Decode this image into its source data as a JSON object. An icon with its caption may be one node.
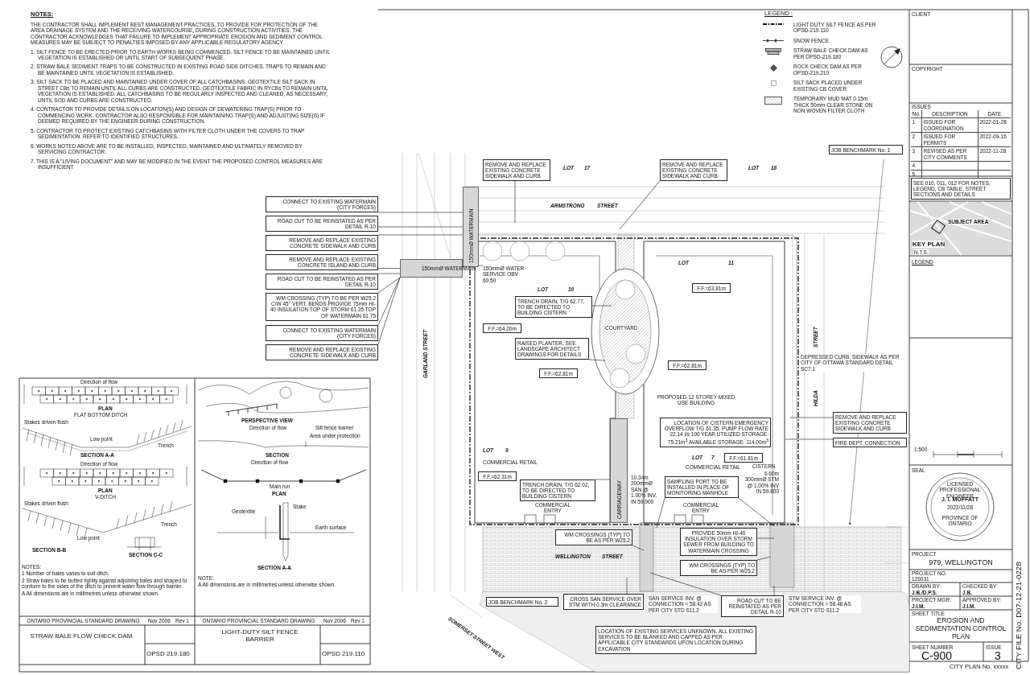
{
  "diagram": {
    "title": "EROSION AND SEDIMENTATION CONTROL PLAN",
    "nodes": [
      {
        "text": [
          "CONNECT TO EXISTING WATERMAIN (CITY FORCES)"
        ]
      },
      {
        "text": [
          "ROAD CUT TO BE REINSTATED AS PER DETAIL R-10"
        ]
      },
      {
        "text": [
          "REMOVE AND REPLACE EXISTING CONCRETE SIDEWALK AND CURB"
        ]
      },
      {
        "text": [
          "JOB BENCHMARK No. 1"
        ]
      },
      {
        "text": [
          "REMOVE AND REPLACE EXISTING CONCRETE SIDEWALK AND CURB"
        ]
      },
      {
        "text": [
          "REMOVE AND REPLACE EXISTING CONCRETE SIDEWALK AND CURB"
        ]
      },
      {
        "text": [
          "REMOVE AND REPLACE EXISTING CONCRETE ISLAND AND CURB"
        ]
      },
      {
        "text": [
          "ROAD CUT TO BE REINSTATED AS PER DETAIL R-10"
        ]
      },
      {
        "text": [
          "WM CROSSING (TYP) TO BE PER W25.2 C/W 45° VERT. BENDS PROVIDE 75mm HI-40 INSULATION TOP OF STORM 61.35 TOP OF WATERMAIN 61.75"
        ]
      },
      {
        "text": [
          "150mmØ WATER SERVICE OBV 60.50"
        ]
      },
      {
        "text": [
          "CONNECT TO EXISTING WATERMAIN (CITY FORCES)"
        ]
      },
      {
        "text": [
          "TRENCH DRAIN, T/G 62.77, TO BE DIRECTED TO BUILDING CISTERN"
        ]
      },
      {
        "text": [
          "REMOVE AND REPLACE EXISTING CONCRETE SIDEWALK AND CURB"
        ]
      },
      {
        "text": [
          "F.F.=64.20m"
        ]
      },
      {
        "text": [
          "RAISED PLANTER, SEE LANDSCAPE ARCHITECT DRAWINGS FOR DETAILS"
        ]
      },
      {
        "text": [
          "F.F.=62.81m"
        ]
      },
      {
        "text": [
          "F.F.=63.81m"
        ]
      },
      {
        "text": [
          "F.F.=62.81m"
        ]
      },
      {
        "text": [
          "DEPRESSED CURB, SIDEWALK AS PER CITY OF OTTAWA STANDARD DETAIL SC7.1"
        ]
      },
      {
        "text": [
          "REMOVE AND REPLACE EXISTING CONCRETE SIDEWALK AND CURB"
        ]
      },
      {
        "text": [
          "LOCATION OF CISTERN EMERGENCY OVERFLOW T/G 61.35, PUMP FLOW RATE 22.14 l/s 100 YEAR UTILIZED STORAGE: 75.21m$^{3}$ AVAILABLE STORAGE: 114.00m$^{3}$"
        ]
      },
      {
        "text": [
          "FIRE DEPT. CONNECTION"
        ]
      },
      {
        "text": [
          "F.F.=61.81m"
        ]
      },
      {
        "text": [
          "F.F.=62.31m"
        ]
      },
      {
        "text": [
          "SAMPLING PORT TO BE INSTALLED IN PLACE OF MONITORING MANHOLE"
        ]
      },
      {
        "text": [
          "TRENCH DRAIN, T/G 62.02, TO BE DIRECTED TO BUILDING CISTERN"
        ]
      },
      {
        "text": [
          "WM CROSSINGS (TYP) TO BE AS PER W25.2"
        ]
      },
      {
        "text": [
          "PROVIDE 50mm HI-40 INSULATION OVER STORM SEWER FROM BUILDING TO WATERMAIN CROSSING"
        ]
      },
      {
        "text": [
          "WM CROSSINGS (TYP) TO BE AS PER W25.2"
        ]
      },
      {
        "text": [
          "CROSS SAN SERVICE OVER STM WITH 0.3m CLEARANCE"
        ]
      },
      {
        "text": [
          "JOB BENCHMARK No. 2"
        ]
      },
      {
        "text": [
          "SAN SERVICE INV. @ CONNECTION = 58.42 AS PER CITY STD S11.2"
        ]
      },
      {
        "text": [
          "ROAD CUT TO BE REINSTATED AS PER DETAIL R-10"
        ]
      },
      {
        "text": [
          "STM SERVICE INV. @ CONNECTION = 58.48 AS PER CITY STD S11.2"
        ]
      },
      {
        "text": [
          "LOCATION OF EXISTING SERVICES UNKNOWN. ALL EXISTING SERVICES TO BE BLANKED AND CAPPED AS PER APPLICABLE CITY STANDARDS UPON LOCATION DURING EXCAVATION"
        ]
      },
      {
        "text": [
          "SEE 010, 011, 012 FOR NOTES, LEGEND, CB TABLE, STREET SECTIONS AND DETAILS"
        ]
      },
      {
        "text": [
          "150mmØ WATERMAIN"
        ]
      },
      {
        "text": [
          "150mmØ WATERMAIN"
        ]
      },
      {
        "text": [
          "CARRIAGEWAY"
        ]
      }
    ],
    "edges": [
      {
        "from": 0,
        "to": 36,
        "arrow": "none"
      },
      {
        "from": 1,
        "to": 36,
        "arrow": "none"
      },
      {
        "from": 2,
        "to": 36,
        "arrow": "none"
      },
      {
        "from": 4,
        "to": null,
        "arrow": "none"
      },
      {
        "from": 5,
        "to": null,
        "arrow": "none"
      },
      {
        "from": 6,
        "to": 37,
        "arrow": "none"
      },
      {
        "from": 7,
        "to": 37,
        "arrow": "none"
      },
      {
        "from": 8,
        "to": 37,
        "arrow": "none"
      },
      {
        "from": 9,
        "to": 36,
        "arrow": "none"
      },
      {
        "from": 10,
        "to": 37,
        "arrow": "none"
      },
      {
        "from": 11,
        "to": null,
        "arrow": "none"
      },
      {
        "from": 12,
        "to": 37,
        "arrow": "none"
      },
      {
        "from": 14,
        "to": null,
        "arrow": "none"
      },
      {
        "from": 19,
        "to": null,
        "arrow": "none"
      },
      {
        "from": 21,
        "to": null,
        "arrow": "none"
      },
      {
        "from": 24,
        "to": null,
        "arrow": "none"
      },
      {
        "from": 24,
        "to": null,
        "arrow": "none"
      },
      {
        "from": 25,
        "to": 38,
        "arrow": "none"
      },
      {
        "from": 26,
        "to": null,
        "arrow": "none"
      },
      {
        "from": 27,
        "to": null,
        "arrow": "none"
      },
      {
        "from": 28,
        "to": null,
        "arrow": "none"
      },
      {
        "from": 29,
        "to": null,
        "arrow": "none"
      },
      {
        "from": 32,
        "to": null,
        "arrow": "none"
      },
      {
        "from": 32,
        "to": null,
        "arrow": "none"
      }
    ],
    "labels": [
      "NOTES:",
      "THE CONTRACTOR SHALL IMPLEMENT BEST MANAGEMENT PRACTICES, TO PROVIDE FOR PROTECTION OF THE AREA DRAINAGE SYSTEM AND THE RECEIVING WATERCOURSE, DURING CONSTRUCTION ACTIVITIES. THE CONTRACTOR ACKNOWLEDGES THAT FAILURE TO IMPLEMENT APPROPRIATE EROSION AND SEDIMENT CONTROL MEASURES MAY BE SUBJECT TO PENALTIES IMPOSED BY ANY APPLICABLE REGULATORY AGENCY.",
      "1. SILT FENCE TO BE ERECTED PRIOR TO EARTH WORKS BEING COMMENCED. SILT FENCE TO BE MAINTAINED UNTIL VEGETATION IS ESTABLISHED OR UNTIL START OF SUBSEQUENT PHASE.",
      "2. STRAW BALE SEDIMENT TRAPS TO BE CONSTRUCTED IN EXISTING ROAD SIDE DITCHES. TRAPS TO REMAIN AND BE MAINTAINED UNTIL VEGETATION IS ESTABLISHED.",
      "3. SILT SACK TO BE PLACED AND MAINTAINED UNDER COVER OF ALL CATCHBASINS. GEOTEXTILE SILT SACK IN STREET CBs TO REMAIN UNTIL ALL CURBS ARE CONSTRUCTED. GEOTEXTILE FABRIC IN RYCBs TO REMAIN UNTIL VEGETATION IS ESTABLISHED. ALL CATCHBASINS TO BE REGULARLY INSPECTED AND CLEANED, AS NECESSARY, UNTIL SOD AND CURBS ARE CONSTRUCTED.",
      "4. CONTRACTOR TO PROVIDE DETAILS ON LOCATION(S) AND DESIGN OF DEWATERING TRAP(S) PRIOR TO COMMENCING WORK. CONTRACTOR ALSO RESPONSIBLE FOR MAINTAINING TRAP(S) AND ADJUSTING SIZE(S) IF DEEMED REQUIRED BY THE ENGINEER DURING CONSTRUCTION.",
      "5. CONTRACTOR TO PROTECT EXISTING CATCHBASINS WITH FILTER CLOTH UNDER THE COVERS TO TRAP SEDIMENTATION. REFER TO IDENTIFIED STRUCTURES.",
      "6. WORKS NOTED ABOVE ARE TO BE INSTALLED, INSPECTED, MAINTAINED AND ULTIMATELY REMOVED BY SERVICING CONTRACTOR.",
      "7. THIS IS A \"LIVING DOCUMENT\" AND MAY BE MODIFIED IN THE EVENT THE PROPOSED CONTROL MEASURES ARE INSUFFICIENT",
      "LEGEND :",
      "CLIENT",
      "COPYRIGHT",
      "ISSUES",
      "No.",
      "DESCRIPTION",
      "DATE",
      "1",
      "ISSUED FOR COORDINATION",
      "2022-01-28",
      "2",
      "ISSUED FOR PERMITS",
      "2022-09-16",
      "3",
      "REVISED AS PER CITY COMMENTS",
      "2022-11-28",
      "4",
      "5",
      "KEY PLAN",
      "N.T.S.",
      "SUBJECT AREA",
      "LEGEND",
      "1:500",
      "SEAL",
      "LICENSED PROFESSIONAL ENGINEER",
      "J. I. MOFFATT",
      "2022/11/28",
      "PROVINCE OF ONTARIO",
      "PROJECT",
      "979, WELLINGTON",
      "PROJECT NO.",
      "126031",
      "DRAWN BY:",
      "J.B./D.P.S.",
      "CHECKED BY:",
      "J.B.",
      "PROJECT MGR:",
      "J.I.M.",
      "APPROVED BY:",
      "J.I.M.",
      "SHEET TITLE",
      "SHEET NUMBER",
      "C-900",
      "ISSUE",
      "3",
      "CITY FILE No. D07-12-21-0228",
      "CITY PLAN No. xxxxx",
      "LOT",
      "17",
      "LOT",
      "18",
      "ARMSTRONG",
      "STREET",
      "GARLAND STREET",
      "LOT",
      "10",
      "LOT",
      "11",
      "COURTYARD",
      "PROPOSED 12 STOREY MIXED USE BUILDING",
      "HILDA",
      "STREET",
      "LOT",
      "9",
      "COMMERCIAL RETAIL",
      "LOT",
      "7",
      "COMMERCIAL RETAIL",
      "CISTERN",
      "10.34m 200mmØ SAN @ 1.00% INV. IN 59.900",
      "6.60m 300mmØ STM @ 1.00% INV IN 59.800",
      "COMMERCIAL ENTRY",
      "COMMERCIAL ENTRY",
      "WELLINGTON",
      "STREET",
      "SOMERSET STREET WEST",
      "Direction of flow",
      "PLAN",
      "FLAT BOTTOM DITCH",
      "Stakes driven flush",
      "Low point",
      "Trench",
      "SECTION A-A",
      "Direction of flow",
      "PLAN",
      "V-DITCH",
      "Stakes driven flush",
      "Low point",
      "Trench",
      "SECTION B-B",
      "SECTION C-C",
      "NOTES:",
      "1 Number of bales varies to suit ditch.",
      "2 Straw bales to be butted tightly against adjoining bales and shaped to conform to the sides of the ditch to prevent water flow through barrier.",
      "A All dimensions are in millimetres unless otherwise shown.",
      "ONTARIO PROVINCIAL STANDARD DRAWING",
      "Nov 2006",
      "Rev 1",
      "STRAW BALE FLOW CHECK DAM",
      "OPSD 219.180",
      "PERSPECTIVE VIEW",
      "Direction of flow",
      "Silt fence barrier",
      "Area under protection",
      "SECTION",
      "Direction of flow",
      "Main run",
      "PLAN",
      "Geotextile",
      "Stake",
      "Earth surface",
      "SECTION A-A",
      "NOTE:",
      "A All dimensions are in millimetres unless otherwise shown.",
      "ONTARIO PROVINCIAL STANDARD DRAWING",
      "Nov 2006",
      "Rev 1",
      "LIGHT-DUTY SILT FENCE BARRIER",
      "OPSD 219.110"
    ],
    "legend": [
      {
        "text": "LIGHT DUTY SILT FENCE AS PER OPSD-219.110"
      },
      {
        "text": "SNOW FENCE"
      },
      {
        "text": "STRAW BALE CHECK DAM AS PER OPSD-219.180"
      },
      {
        "text": "ROCK CHECK DAM AS PER OPSD-219.210"
      },
      {
        "text": "SILT SACK PLACED UNDER EXISTING CB COVER"
      },
      {
        "text": "TEMPORARY MUD MAT 0.15m THICK 50mm CLEAR STONE ON NON WOVEN FILTER CLOTH"
      }
    ]
  }
}
